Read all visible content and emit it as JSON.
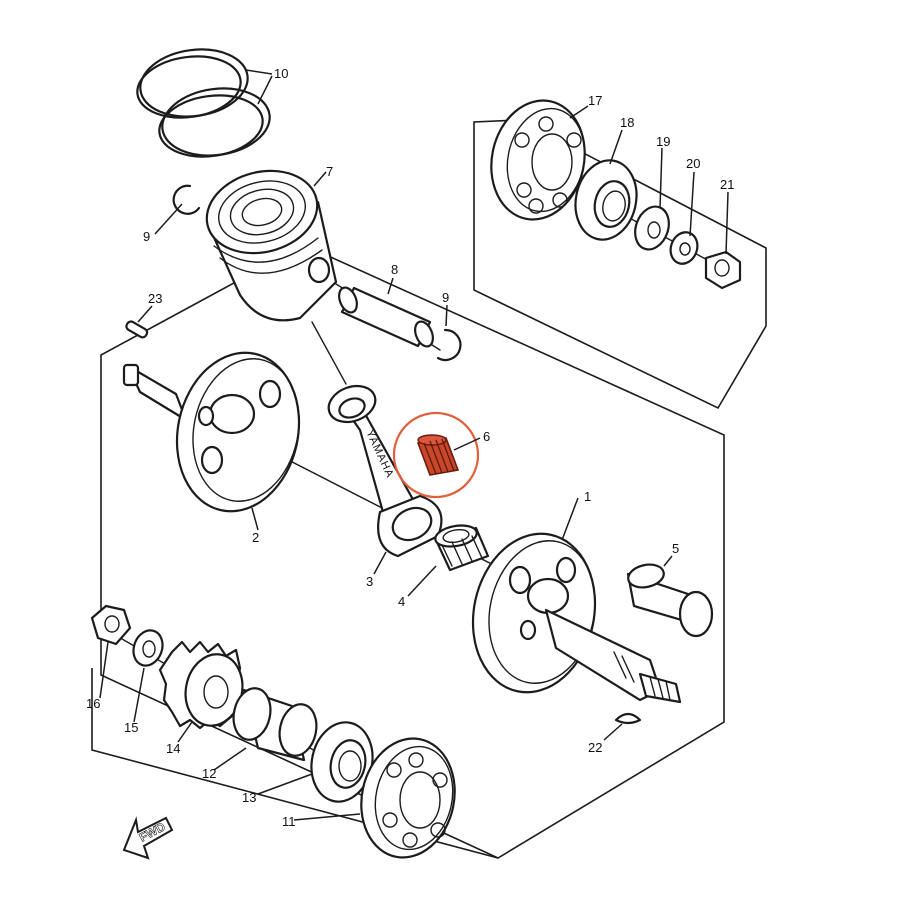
{
  "parts": [
    {
      "id": "part-1",
      "number": "1"
    },
    {
      "id": "part-2",
      "number": "2"
    },
    {
      "id": "part-3",
      "number": "3"
    },
    {
      "id": "part-4",
      "number": "4"
    },
    {
      "id": "part-5",
      "number": "5"
    },
    {
      "id": "part-6",
      "number": "6",
      "highlighted": true
    },
    {
      "id": "part-7",
      "number": "7"
    },
    {
      "id": "part-8",
      "number": "8"
    },
    {
      "id": "part-9a",
      "number": "9"
    },
    {
      "id": "part-9b",
      "number": "9"
    },
    {
      "id": "part-10",
      "number": "10"
    },
    {
      "id": "part-11",
      "number": "11"
    },
    {
      "id": "part-12",
      "number": "12"
    },
    {
      "id": "part-13",
      "number": "13"
    },
    {
      "id": "part-14",
      "number": "14"
    },
    {
      "id": "part-15",
      "number": "15"
    },
    {
      "id": "part-16",
      "number": "16"
    },
    {
      "id": "part-17",
      "number": "17"
    },
    {
      "id": "part-18",
      "number": "18"
    },
    {
      "id": "part-19",
      "number": "19"
    },
    {
      "id": "part-20",
      "number": "20"
    },
    {
      "id": "part-21",
      "number": "21"
    },
    {
      "id": "part-22",
      "number": "22"
    },
    {
      "id": "part-23",
      "number": "23"
    }
  ],
  "rod_marking": "YAMAHA",
  "direction_arrow": "FWD",
  "colors": {
    "line": "#1c1c1c",
    "highlight_circle": "#e0603c",
    "highlight_fill": "#c8472a",
    "background": "#ffffff"
  }
}
